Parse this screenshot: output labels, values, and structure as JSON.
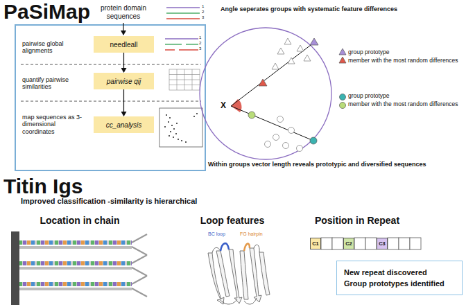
{
  "diagram": {
    "title": "PaSiMap",
    "nodes": [
      {
        "text": [
          "needleall"
        ]
      },
      {
        "text": [
          "pairwise qij"
        ]
      },
      {
        "text": [
          "cc_analysis"
        ]
      },
      {
        "text": [
          "New repeat discovered",
          "Group prototypes identified"
        ]
      },
      {
        "text": [
          "C1"
        ]
      },
      {
        "text": [
          "C2"
        ]
      },
      {
        "text": [
          "C3"
        ]
      }
    ],
    "edges": [
      {
        "from": 0,
        "to": 1,
        "arrow": "to"
      },
      {
        "from": 1,
        "to": 2,
        "arrow": "to"
      }
    ],
    "labels": [
      "protein domain sequences",
      "1",
      "2",
      "3",
      "pairwise global alignments",
      "1",
      "2",
      "3",
      "quantify pairwise similarities",
      "map sequences as 3-dimensional coordinates",
      "Angle seperates groups with systematic feature differences",
      "X",
      "Within groups vector length reveals prototypic and diversified sequences",
      "Titin Igs",
      "Improved classification -similarity is hierarchical",
      "Location in chain",
      "Loop features",
      "BC loop",
      "FG hairpin",
      "Position in Repeat"
    ],
    "legend": [
      {
        "text": "group prototype"
      },
      {
        "text": "member with the most random differences"
      },
      {
        "text": "group prototype"
      },
      {
        "text": "member with the most random differences"
      }
    ]
  }
}
